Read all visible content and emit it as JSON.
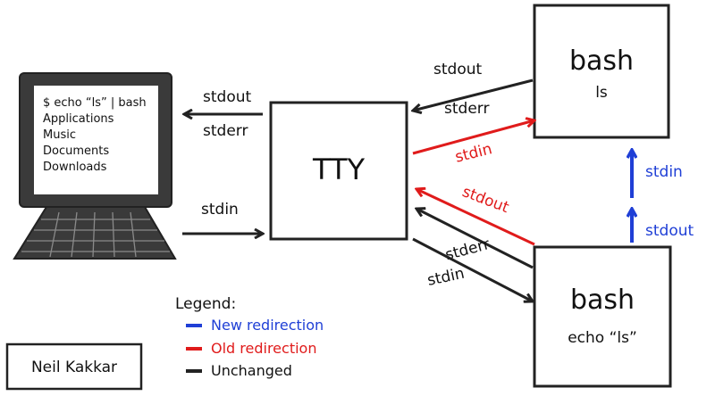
{
  "terminal": {
    "lines": [
      "$ echo “ls” | bash",
      "Applications",
      "Music",
      "Documents",
      "Downloads"
    ]
  },
  "nodes": {
    "tty": "TTY",
    "bash_top_title": "bash",
    "bash_top_cmd": "ls",
    "bash_bottom_title": "bash",
    "bash_bottom_cmd": "echo “ls”"
  },
  "edges": {
    "term_stdout": "stdout",
    "term_stderr": "stderr",
    "term_stdin": "stdin",
    "top_stdout": "stdout",
    "top_stderr": "stderr",
    "top_stdin": "stdin",
    "bot_stdout": "stdout",
    "bot_stderr": "stderr",
    "bot_stdin": "stdin",
    "pipe_stdin": "stdin",
    "pipe_stdout": "stdout"
  },
  "legend": {
    "title": "Legend:",
    "items": [
      {
        "label": "New redirection",
        "color": "#1f3fd6"
      },
      {
        "label": "Old redirection",
        "color": "#e01b1b"
      },
      {
        "label": "Unchanged",
        "color": "#222222"
      }
    ]
  },
  "author": "Neil Kakkar",
  "colors": {
    "new": "#1f3fd6",
    "old": "#e01b1b",
    "unchanged": "#222222"
  }
}
